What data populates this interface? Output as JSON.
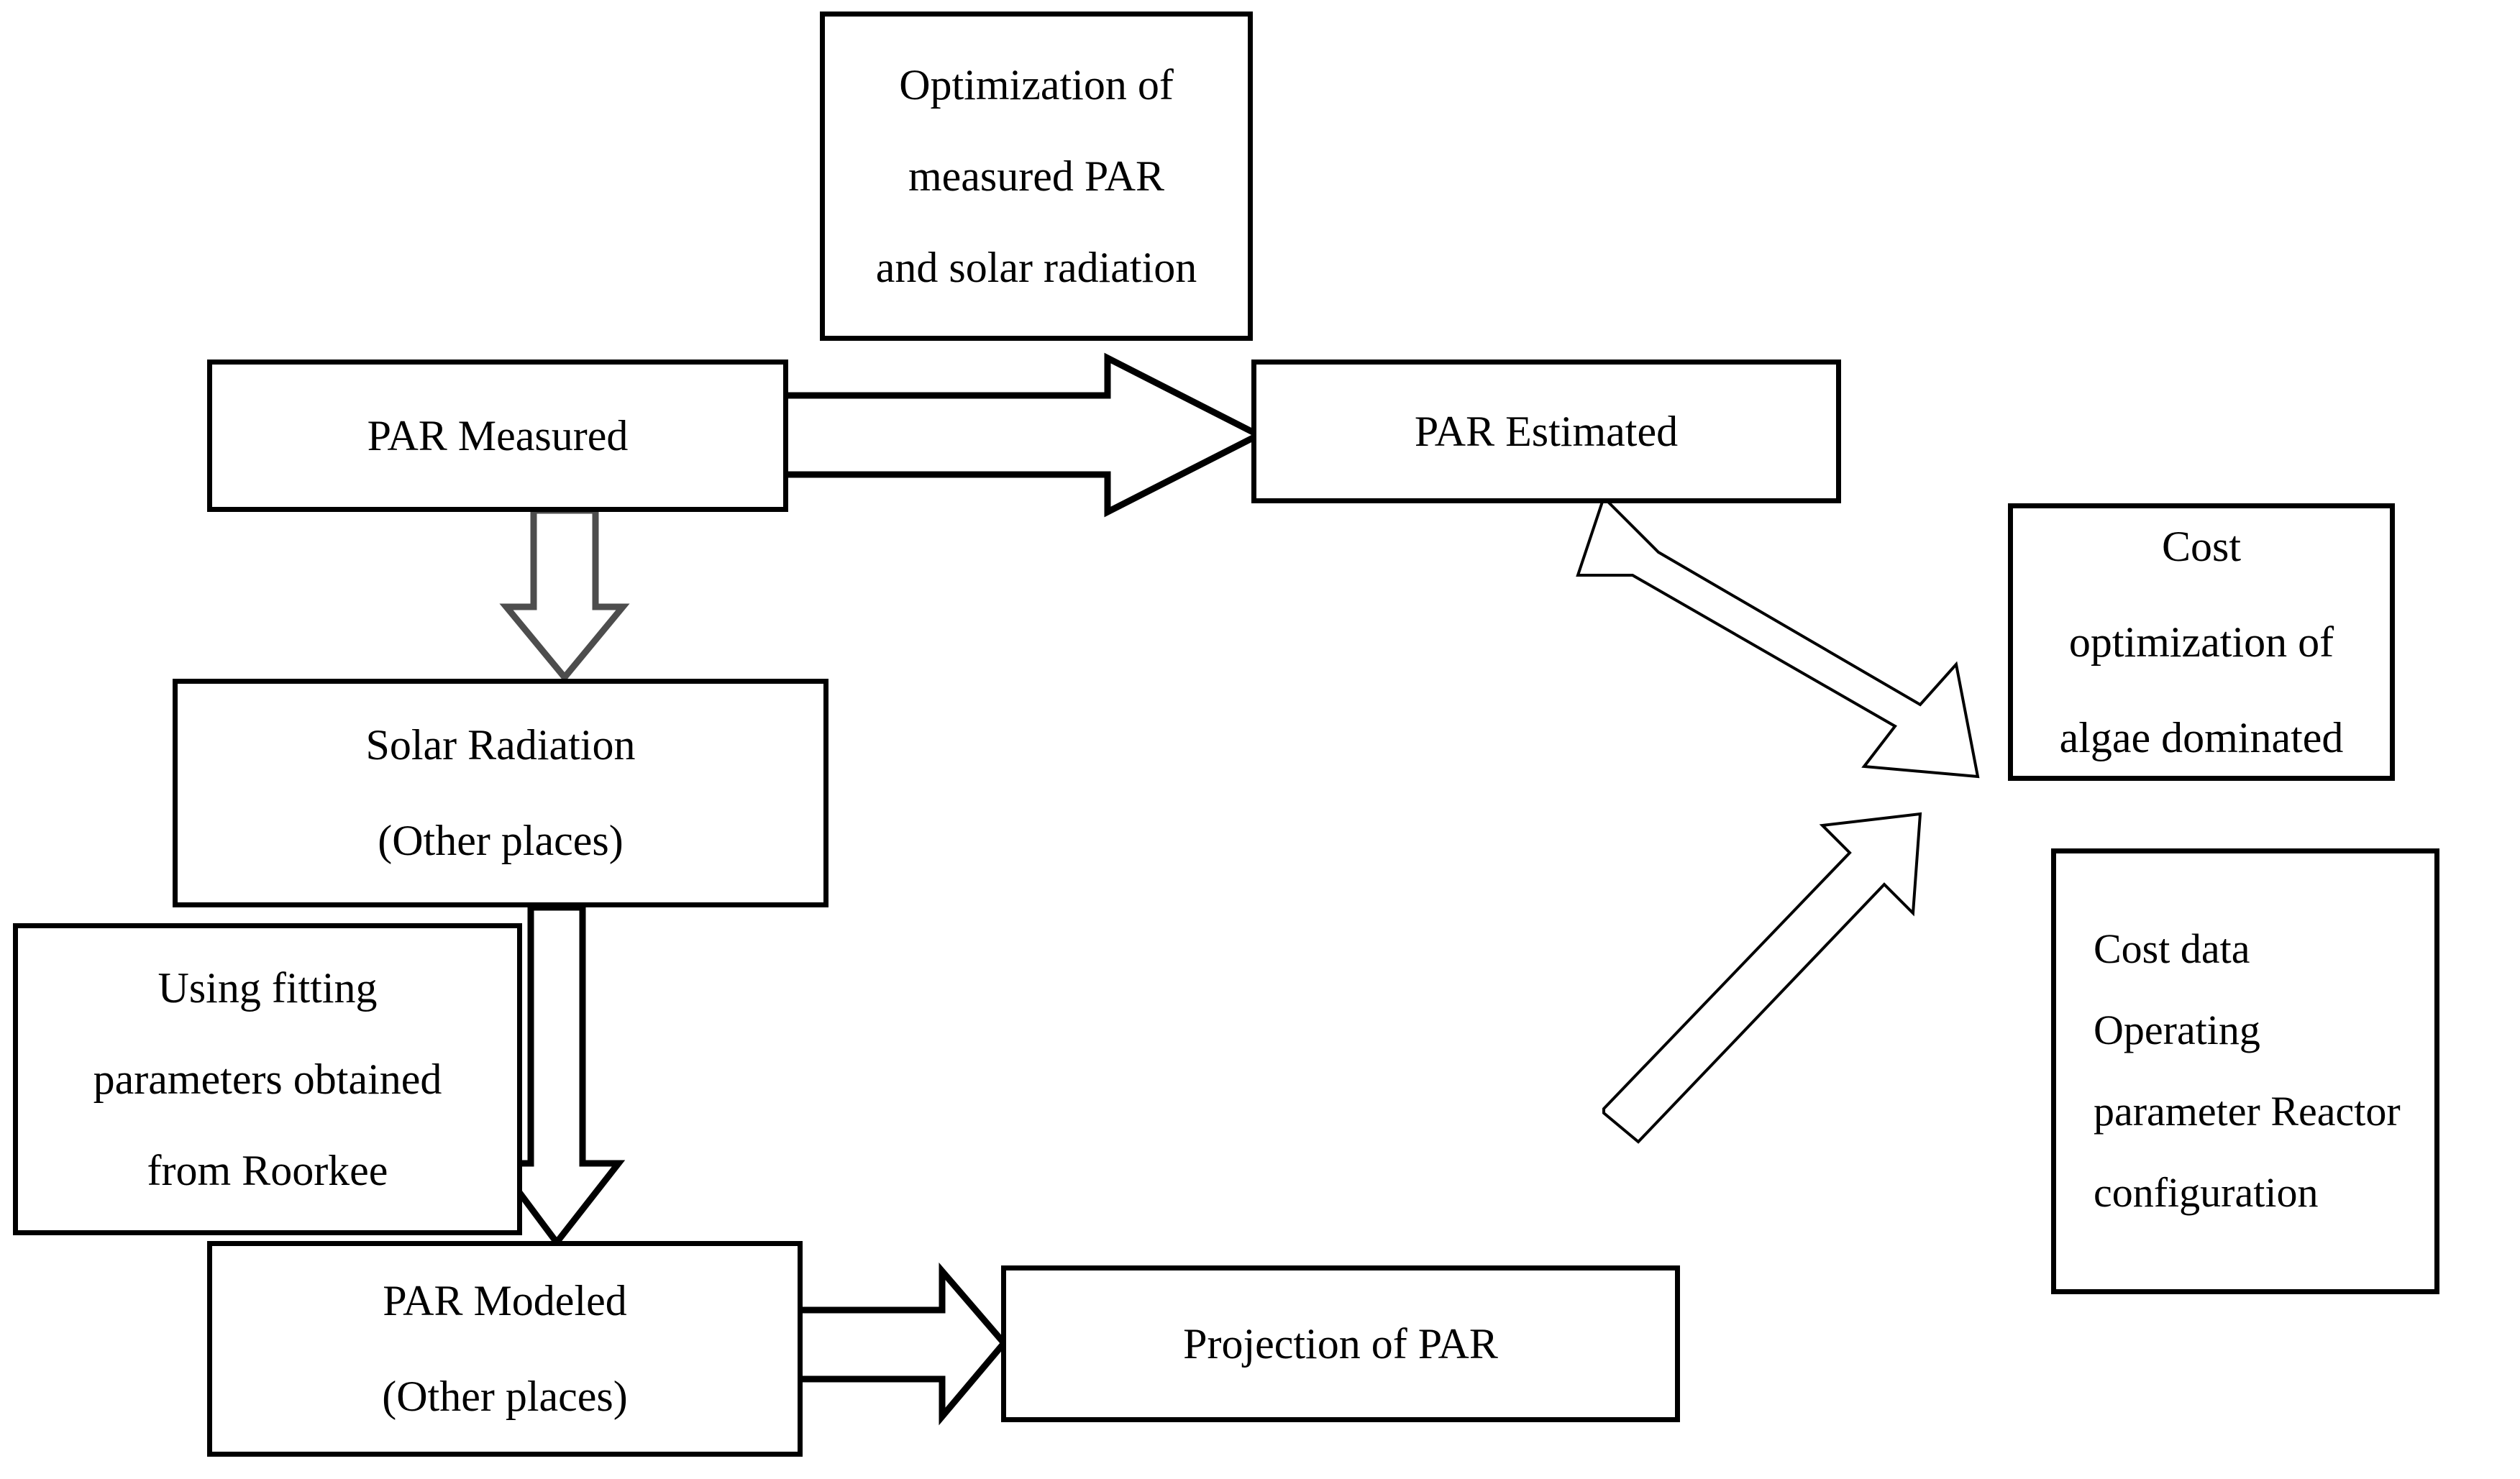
{
  "diagram": {
    "title": "PAR estimation, modeling and cost optimization flowchart",
    "background_color": "#ffffff",
    "box_border_color": "#000000",
    "arrow_outline_color": "#000000",
    "arrow_outline_color_alt": "#4d4d4d",
    "nodes": {
      "optimization": {
        "lines": [
          "Optimization of",
          "measured PAR",
          "and solar radiation"
        ]
      },
      "par_measured": {
        "lines": [
          "PAR Measured"
        ]
      },
      "par_estimated": {
        "lines": [
          "PAR Estimated"
        ]
      },
      "cost_optimization": {
        "lines": [
          "Cost",
          "optimization of",
          "algae dominated"
        ]
      },
      "cost_data": {
        "lines": [
          "Cost data",
          "Operating",
          "parameter    Reactor",
          "configuration"
        ]
      },
      "solar_radiation": {
        "lines": [
          "Solar Radiation",
          "(Other places)"
        ]
      },
      "using_fitting": {
        "lines": [
          "Using fitting",
          "parameters obtained",
          "from Roorkee"
        ]
      },
      "par_modeled": {
        "lines": [
          "PAR Modeled",
          "(Other places)"
        ]
      },
      "projection_of_par": {
        "lines": [
          "Projection of PAR"
        ]
      }
    },
    "connectors": [
      {
        "name": "par-measured-to-par-estimated",
        "type": "block-arrow-right"
      },
      {
        "name": "par-measured-to-solar-radiation",
        "type": "block-arrow-down"
      },
      {
        "name": "solar-radiation-to-par-modeled",
        "type": "block-arrow-down"
      },
      {
        "name": "par-modeled-to-projection-of-par",
        "type": "block-arrow-right"
      },
      {
        "name": "par-estimated-to-cost-optimization",
        "type": "block-arrow-diagonal-down-right"
      },
      {
        "name": "projection-of-par-to-cost-optimization",
        "type": "block-arrow-diagonal-up-right"
      }
    ]
  }
}
